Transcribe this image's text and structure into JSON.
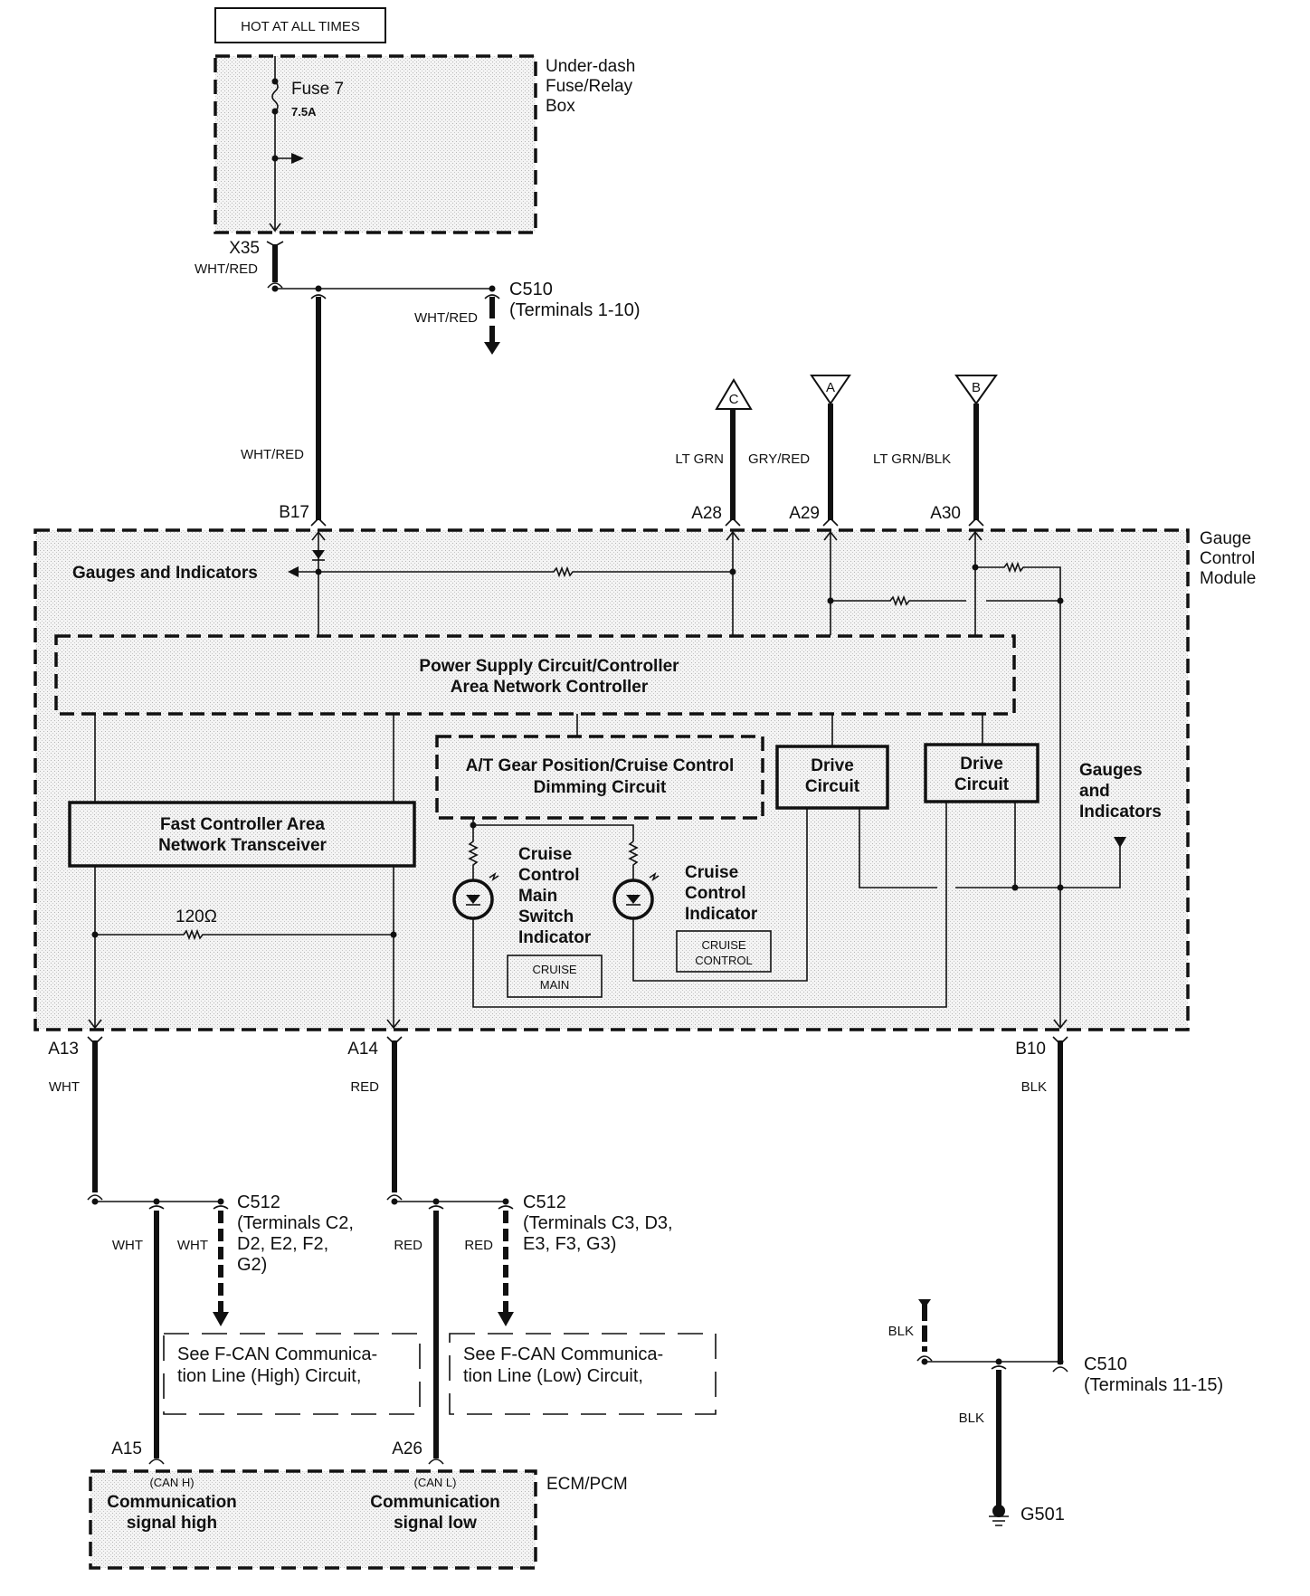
{
  "header": {
    "hot_label": "HOT AT ALL TIMES"
  },
  "fuse_box": {
    "title_lines": [
      "Under-dash",
      "Fuse/Relay",
      "Box"
    ],
    "fuse_name": "Fuse 7",
    "fuse_rating": "7.5A"
  },
  "connectors": {
    "x35": "X35",
    "c510_top": {
      "name": "C510",
      "terminals": "(Terminals 1-10)"
    },
    "b17": "B17",
    "a28": "A28",
    "a29": "A29",
    "a30": "A30",
    "a13": "A13",
    "a14": "A14",
    "b10": "B10",
    "c512_high": {
      "name": "C512",
      "terminals_lines": [
        "(Terminals C2,",
        "D2, E2, F2,",
        "G2)"
      ]
    },
    "c512_low": {
      "name": "C512",
      "terminals_lines": [
        "(Terminals C3, D3,",
        "E3,  F3, G3)"
      ]
    },
    "c510_bottom": {
      "name": "C510",
      "terminals": "(Terminals 11-15)"
    },
    "a15": "A15",
    "a26": "A26"
  },
  "off_page_refs": {
    "c": "C",
    "a": "A",
    "b": "B"
  },
  "wire_colors": {
    "x35": "WHT/RED",
    "c510_branch": "WHT/RED",
    "b17": "WHT/RED",
    "a28": "LT GRN",
    "a29": "GRY/RED",
    "a30": "LT GRN/BLK",
    "a13": "WHT",
    "a14": "RED",
    "b10": "BLK",
    "c512_high_left": "WHT",
    "c512_high_right": "WHT",
    "c512_low_left": "RED",
    "c512_low_right": "RED",
    "c510_stub": "BLK",
    "g501": "BLK"
  },
  "gauge_module": {
    "title_lines": [
      "Gauge",
      "Control",
      "Module"
    ],
    "gauges_left": "Gauges and Indicators",
    "gauges_right_lines": [
      "Gauges",
      "and",
      "Indicators"
    ],
    "power_supply_lines": [
      "Power Supply Circuit/Controller",
      "Area Network Controller"
    ],
    "at_gear_lines": [
      "A/T Gear Position/Cruise Control",
      "Dimming Circuit"
    ],
    "drive_circuit_lines": [
      "Drive",
      "Circuit"
    ],
    "transceiver_lines": [
      "Fast Controller Area",
      "Network Transceiver"
    ],
    "termination_resistor": "120Ω",
    "main_indicator_lines": [
      "Cruise",
      "Control",
      "Main",
      "Switch",
      "Indicator"
    ],
    "main_indicator_badge": [
      "CRUISE",
      "MAIN"
    ],
    "control_indicator_lines": [
      "Cruise",
      "Control",
      "Indicator"
    ],
    "control_indicator_badge": [
      "CRUISE",
      "CONTROL"
    ]
  },
  "references": {
    "fcan_high_lines": [
      "See F-CAN Communica-",
      "tion Line (High) Circuit,"
    ],
    "fcan_low_lines": [
      "See F-CAN Communica-",
      "tion Line (Low) Circuit,"
    ]
  },
  "ecm": {
    "title": "ECM/PCM",
    "high_tag": "(CAN H)",
    "high_lines": [
      "Communication",
      "signal high"
    ],
    "low_tag": "(CAN L)",
    "low_lines": [
      "Communication",
      "signal low"
    ]
  },
  "ground": {
    "name": "G501"
  }
}
